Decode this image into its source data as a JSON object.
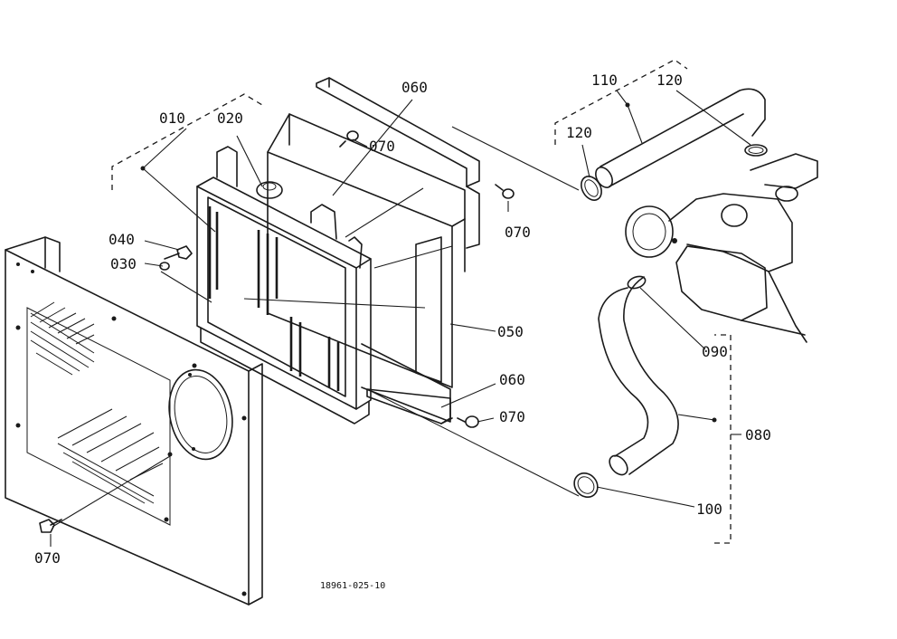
{
  "labels": {
    "p010": "010",
    "p020": "020",
    "p030": "030",
    "p040": "040",
    "p050": "050",
    "p060_top": "060",
    "p060_mid": "060",
    "p070_top": "070",
    "p070_right": "070",
    "p070_mid": "070",
    "p070_bottom": "070",
    "p080": "080",
    "p090": "090",
    "p100": "100",
    "p110": "110",
    "p120_left": "120",
    "p120_right": "120"
  },
  "drawing_number": "18961-025-10",
  "colors": {
    "ink": "#1a1a1a",
    "paper": "#ffffff"
  }
}
